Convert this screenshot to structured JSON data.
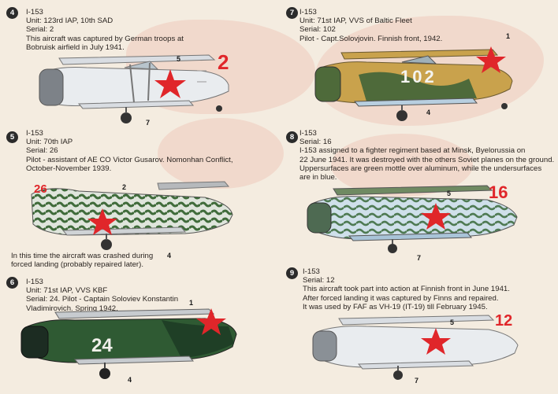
{
  "colors": {
    "background": "#f4ece0",
    "map_tint": "#f0d3c6",
    "badge": "#2b2b2b",
    "soviet_star": "#e0262a",
    "aluminium": "#e9ecef",
    "green": "#4e6a3a",
    "sand": "#c9a24c",
    "dark_green": "#2f5a33"
  },
  "panels": [
    {
      "number": "4",
      "lines": [
        "I-153",
        "Unit: 123rd IAP, 10th SAD",
        "Serial: 2",
        "This aircraft was captured by German troops at",
        "Bobruisk airfield in July 1941."
      ],
      "fuselage_code": "2",
      "callouts": [
        "5",
        "7"
      ]
    },
    {
      "number": "7",
      "lines": [
        "I-153",
        "Unit: 71st IAP, VVS of Baltic Fleet",
        "Serial: 102",
        "Pilot - Capt.Solovjovin. Finnish front, 1942."
      ],
      "fuselage_code": "102",
      "callouts": [
        "1",
        "4"
      ]
    },
    {
      "number": "5",
      "lines": [
        "I-153",
        "Unit: 70th IAP",
        "Serial: 26",
        "Pilot - assistant of AE CO Victor Gusarov. Nomonhan Conflict,",
        "October-November 1939."
      ],
      "fuselage_code": "26",
      "callouts": [
        "2",
        "4"
      ],
      "note_lines": [
        "In this time the aircraft was crashed during",
        "forced landing (probably repaired later)."
      ]
    },
    {
      "number": "8",
      "lines": [
        "I-153",
        "Serial: 16",
        "I-153 assigned to a fighter regiment based at Minsk, Byelorussia on",
        "22 June 1941. It was destroyed with the others Soviet planes on the ground.",
        "Uppersurfaces are green mottle over aluminum, while the undersurfaces",
        "are in blue."
      ],
      "fuselage_code": "16",
      "callouts": [
        "5",
        "7"
      ]
    },
    {
      "number": "6",
      "lines": [
        "I-153",
        "Unit: 71st IAP, VVS KBF",
        "Serial: 24. Pilot - Captain Soloviev Konstantin",
        "Vladimirovich. Spring 1942."
      ],
      "fuselage_code": "24",
      "callouts": [
        "1",
        "4"
      ]
    },
    {
      "number": "9",
      "lines": [
        "I-153",
        "Serial: 12",
        "This aircraft took part into action at Finnish front in June 1941.",
        "After forced landing it was captured by Finns and repaired.",
        "It was used by FAF as VH-19 (IT-19) till February 1945."
      ],
      "fuselage_code": "12",
      "callouts": [
        "5",
        "7"
      ]
    }
  ]
}
